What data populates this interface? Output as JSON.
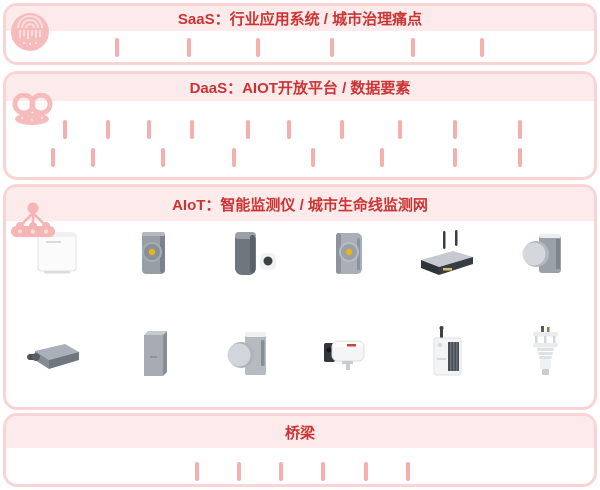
{
  "colors": {
    "panel_border": "#f8d4d4",
    "header_band": "#fdeaea",
    "title_text": "#cc3333",
    "separator_bar": "#f5b0ae",
    "icon_pink": "#f6bcbc"
  },
  "sections": {
    "saas": {
      "title": "SaaS：行业应用系统 / 城市治理痛点",
      "icon": "fingerprint-globe-icon",
      "separator_rows": [
        6
      ]
    },
    "daas": {
      "title": "DaaS：AIOT开放平台 / 数据要素",
      "icon": "data-rings-icon",
      "separator_rows": [
        10,
        8
      ]
    },
    "aiot": {
      "title": "AIoT：智能监测仪 / 城市生命线监测网",
      "icon": "sensor-network-icon",
      "devices_row1": [
        "white-wall-sensor",
        "gray-sensor-yellow-indicator",
        "dark-cylinder-sensor-with-probe",
        "gray-sensor-yellow-indicator-2",
        "wireless-gateway-router",
        "pressure-gauge-sensor"
      ],
      "devices_row2": [
        "flat-vibration-sensor",
        "pillar-monitor-box",
        "disc-gas-sensor",
        "bullet-surveillance-camera",
        "telemetry-cabinet-with-antenna",
        "ultrasonic-weather-station"
      ]
    },
    "bridge": {
      "title": "桥梁",
      "separator_rows": [
        6
      ]
    }
  }
}
